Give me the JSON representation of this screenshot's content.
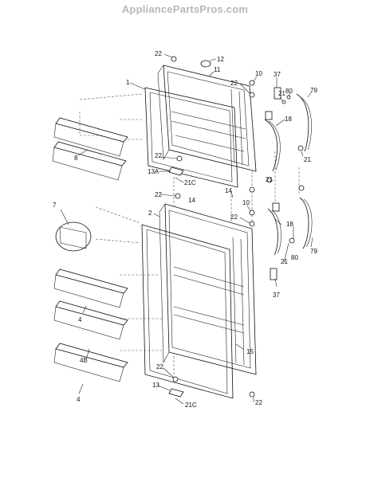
{
  "watermark": "AppliancePartsPros.com",
  "labels": {
    "l22a": "22",
    "l12": "12",
    "l11": "11",
    "l10a": "10",
    "l37a": "37",
    "l22b": "22",
    "l1": "1",
    "l21a": "21",
    "l80a": "80",
    "l79a": "79",
    "l18a": "18",
    "l8": "8",
    "l21b": "21",
    "l22c": "22",
    "l13a": "13A",
    "l21ca": "21C",
    "l14a": "14",
    "l21c": "21",
    "l22d": "22",
    "l14b": "14",
    "l7": "7",
    "l2": "2",
    "l10b": "10",
    "l22e": "22",
    "l18b": "18",
    "l21d": "21",
    "l80b": "80",
    "l79b": "79",
    "l4a": "4",
    "l37b": "37",
    "l15": "15",
    "l4b": "4B",
    "l22f": "22",
    "l13": "13",
    "l4c": "4",
    "l21cb": "21C",
    "l22g": "22"
  }
}
